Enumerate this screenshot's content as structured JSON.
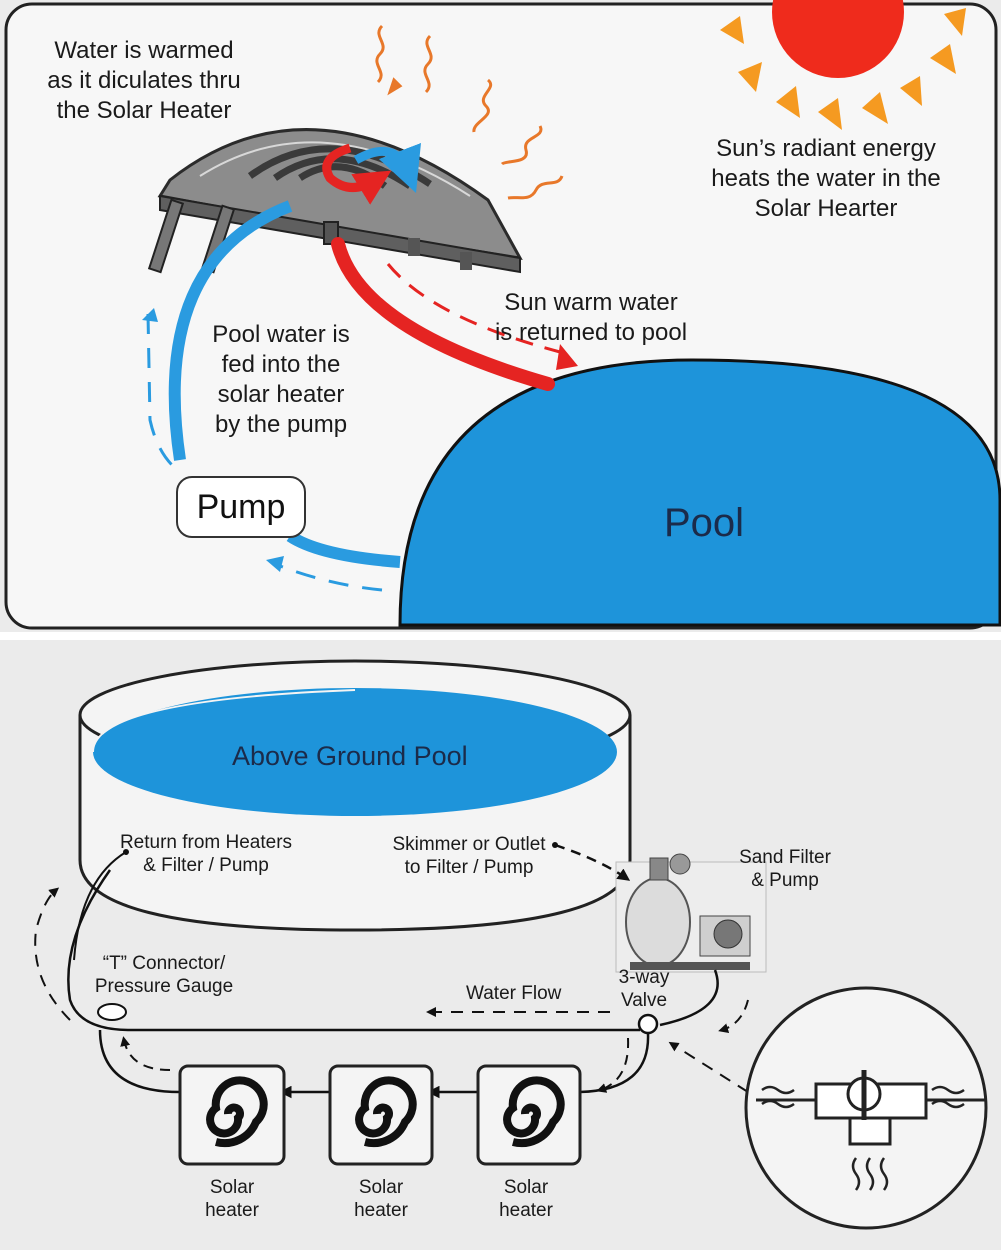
{
  "top": {
    "warm_text": [
      "Water is warmed",
      "as it diculates thru",
      "the Solar Heater"
    ],
    "sun_text": [
      "Sun’s radiant energy",
      "heats the water in the",
      "Solar Hearter"
    ],
    "return_text": [
      "Sun warm water",
      "is returned to pool"
    ],
    "feed_text": [
      "Pool water is",
      "fed into the",
      "solar heater",
      "by the pump"
    ],
    "pump_label": "Pump",
    "pool_label": "Pool"
  },
  "bottom": {
    "pool_label": "Above Ground Pool",
    "return_label": [
      "Return from Heaters",
      "& Filter / Pump"
    ],
    "skimmer_label": [
      "Skimmer or Outlet",
      "to Filter / Pump"
    ],
    "sand_filter_label": [
      "Sand Filter",
      "& Pump"
    ],
    "t_connector_label": [
      "“T” Connector/",
      "Pressure Gauge"
    ],
    "water_flow_label": "Water Flow",
    "valve_label": [
      "3-way",
      "Valve"
    ],
    "heaters": [
      {
        "label": [
          "Solar",
          "heater"
        ]
      },
      {
        "label": [
          "Solar",
          "heater"
        ]
      },
      {
        "label": [
          "Solar",
          "heater"
        ]
      }
    ]
  },
  "colors": {
    "water_blue": "#1e94da",
    "pipe_blue": "#2a9be0",
    "hot_red": "#e52422",
    "sun_red": "#ef2b1c",
    "sun_ray": "#f59a21",
    "heat_wave": "#e8782a"
  }
}
